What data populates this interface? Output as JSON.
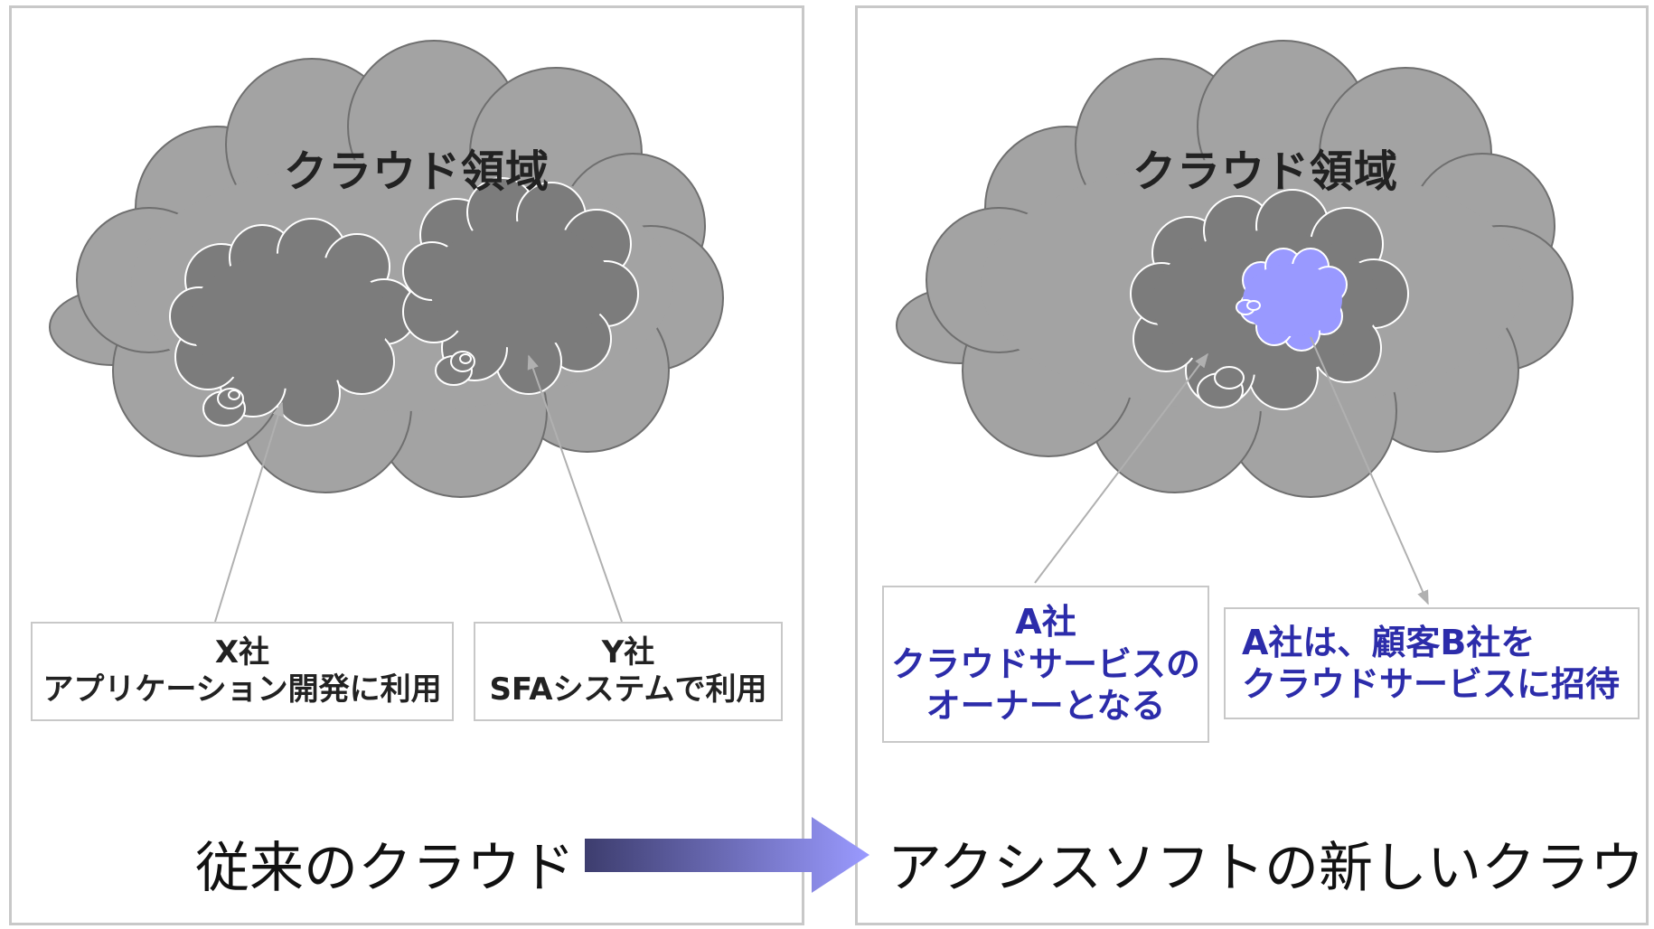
{
  "left_panel": {
    "cloud_title": "クラウド領域",
    "box_x": {
      "line1": "X社",
      "line2": "アプリケーション開発に利用"
    },
    "box_y": {
      "line1": "Y社",
      "line2": "SFAシステムで利用"
    },
    "caption": "従来のクラウド"
  },
  "right_panel": {
    "cloud_title": "クラウド領域",
    "box_a": {
      "line1": "A社",
      "line2": "クラウドサービスの",
      "line3": "オーナーとなる"
    },
    "box_b": {
      "line1": "A社は、顧客B社を",
      "line2": "クラウドサービスに招待"
    },
    "caption": "アクシスソフトの新しいクラウド"
  },
  "colors": {
    "big_cloud": "#a3a3a3",
    "inner_cloud": "#7c7c7c",
    "invited_cloud": "#9999ff",
    "accent_text": "#2c2caa",
    "arrow_gradient_start": "#3d3d6e",
    "arrow_gradient_end": "#9a9aff"
  }
}
